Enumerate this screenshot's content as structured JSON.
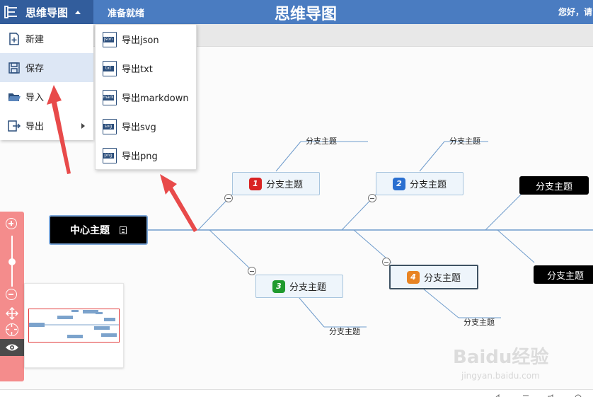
{
  "header": {
    "brand_label": "思维导图",
    "status": "准备就绪",
    "app_title": "思维导图",
    "greeting": "您好，请"
  },
  "file_menu": {
    "items": [
      {
        "label": "新建",
        "icon": "new-file-icon"
      },
      {
        "label": "保存",
        "icon": "save-icon"
      },
      {
        "label": "导入",
        "icon": "folder-open-icon"
      },
      {
        "label": "导出",
        "icon": "export-icon"
      }
    ]
  },
  "export_menu": {
    "items": [
      {
        "label": "导出json",
        "tag": "json"
      },
      {
        "label": "导出txt",
        "tag": "txt"
      },
      {
        "label": "导出markdown",
        "tag": "mark"
      },
      {
        "label": "导出svg",
        "tag": "svg"
      },
      {
        "label": "导出png",
        "tag": "png"
      }
    ]
  },
  "mindmap": {
    "central": "中心主题",
    "branches": [
      {
        "label": "分支主题",
        "priority": "1"
      },
      {
        "label": "分支主题",
        "priority": "2"
      },
      {
        "label": "分支主题",
        "priority": "3"
      },
      {
        "label": "分支主题",
        "priority": "4"
      }
    ],
    "dark_branches": [
      "分支主题",
      "分支主题"
    ],
    "leaves": [
      "分支主题",
      "分支主题",
      "分支主题",
      "分支主题"
    ]
  },
  "watermark": {
    "logo": "Baidu经验",
    "url": "jingyan.baidu.com"
  },
  "colors": {
    "topbar": "#4a7cc1",
    "brand_button": "#325d9c",
    "zoom_panel": "#f48c8c",
    "annotation_arrow": "#e84a4a"
  }
}
